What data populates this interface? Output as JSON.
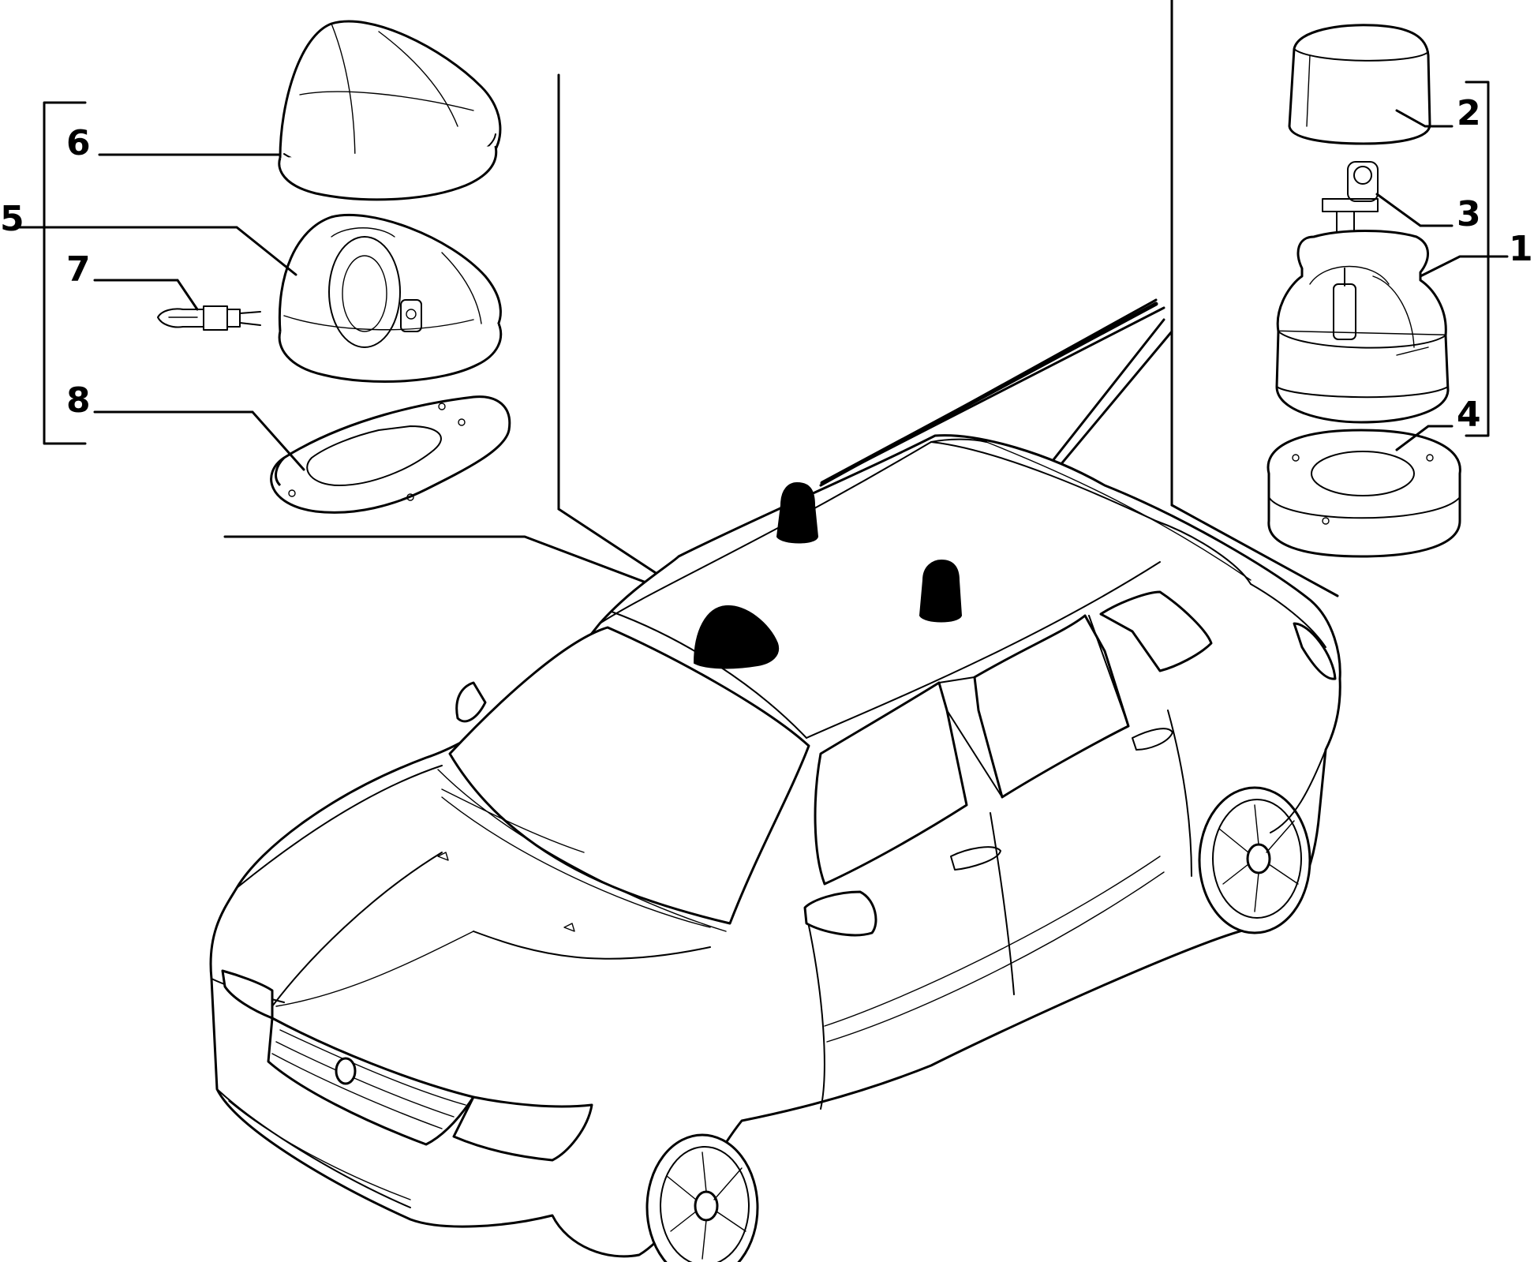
{
  "callouts": {
    "c1": "1",
    "c2": "2",
    "c3": "3",
    "c4": "4",
    "c5": "5",
    "c6": "6",
    "c7": "7",
    "c8": "8"
  },
  "icons": {
    "car": "hatchback-car-icon",
    "beacon_dome": "dome-beacon-icon",
    "beacon_round": "rotating-beacon-icon"
  }
}
